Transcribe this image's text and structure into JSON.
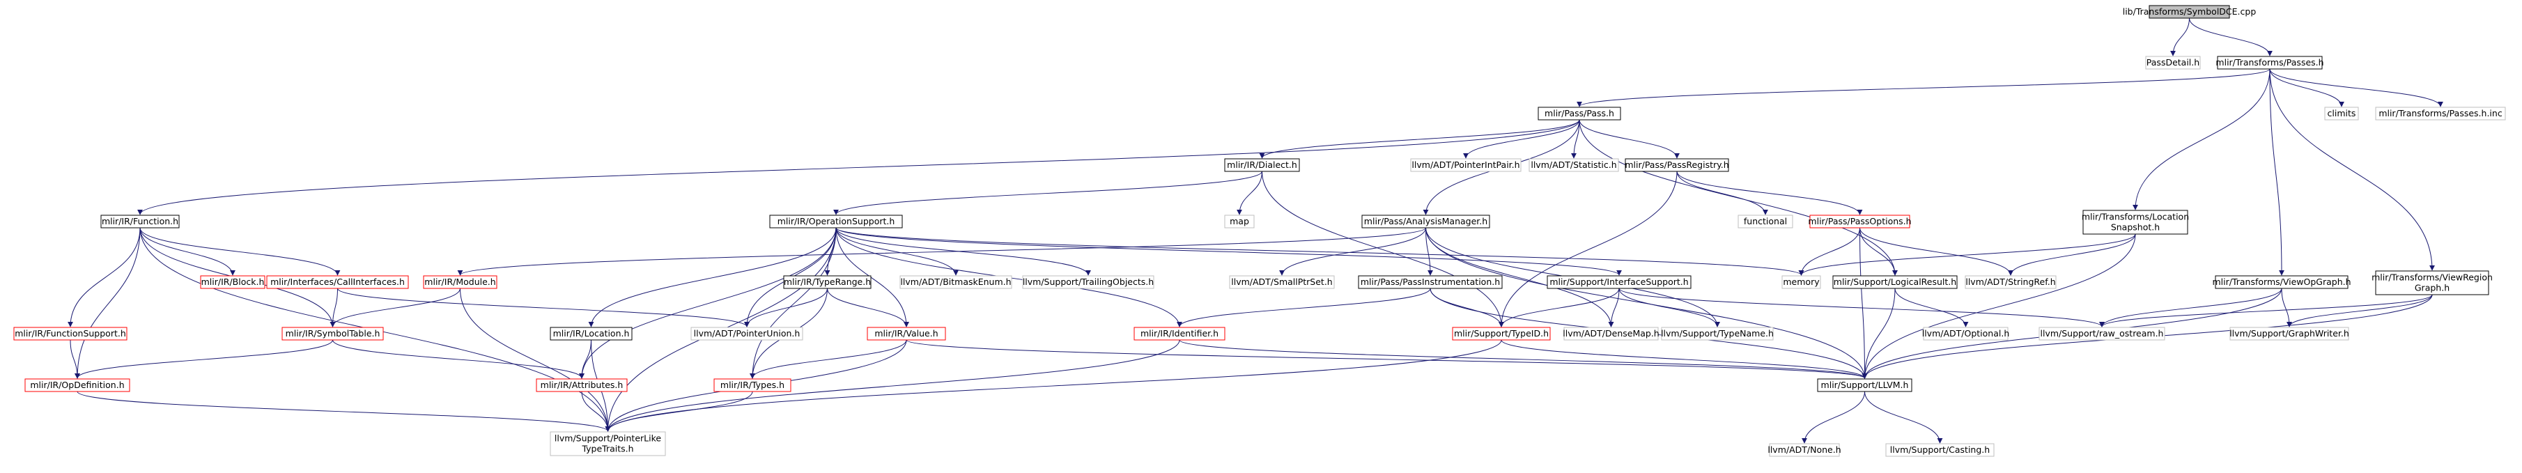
{
  "colors": {
    "edge": "#191970",
    "border_black": "#000000",
    "border_red": "#ff0000",
    "border_gray": "#bfbfbf",
    "root_fill": "#bfbfbf",
    "text": "#000000"
  },
  "nodes": {
    "root": {
      "lines": [
        "lib/Transforms/SymbolDCE.cpp"
      ],
      "kind": "root"
    },
    "passdetail": {
      "lines": [
        "PassDetail.h"
      ],
      "kind": "external"
    },
    "transforms_passes": {
      "lines": [
        "mlir/Transforms/Passes.h"
      ],
      "kind": "normal"
    },
    "pass_pass": {
      "lines": [
        "mlir/Pass/Pass.h"
      ],
      "kind": "normal"
    },
    "climits": {
      "lines": [
        "climits"
      ],
      "kind": "external"
    },
    "passes_inc": {
      "lines": [
        "mlir/Transforms/Passes.h.inc"
      ],
      "kind": "external"
    },
    "ir_dialect": {
      "lines": [
        "mlir/IR/Dialect.h"
      ],
      "kind": "normal"
    },
    "pointerintpair": {
      "lines": [
        "llvm/ADT/PointerIntPair.h"
      ],
      "kind": "external"
    },
    "statistic": {
      "lines": [
        "llvm/ADT/Statistic.h"
      ],
      "kind": "external"
    },
    "passregistry": {
      "lines": [
        "mlir/Pass/PassRegistry.h"
      ],
      "kind": "normal"
    },
    "ir_function": {
      "lines": [
        "mlir/IR/Function.h"
      ],
      "kind": "normal"
    },
    "operationsupport": {
      "lines": [
        "mlir/IR/OperationSupport.h"
      ],
      "kind": "normal"
    },
    "map": {
      "lines": [
        "map"
      ],
      "kind": "external"
    },
    "analysismanager": {
      "lines": [
        "mlir/Pass/AnalysisManager.h"
      ],
      "kind": "normal"
    },
    "functional": {
      "lines": [
        "functional"
      ],
      "kind": "external"
    },
    "passoptions": {
      "lines": [
        "mlir/Pass/PassOptions.h"
      ],
      "kind": "red"
    },
    "locationsnapshot": {
      "lines": [
        "mlir/Transforms/Location",
        "Snapshot.h"
      ],
      "kind": "normal"
    },
    "ir_block": {
      "lines": [
        "mlir/IR/Block.h"
      ],
      "kind": "red"
    },
    "callinterfaces": {
      "lines": [
        "mlir/Interfaces/CallInterfaces.h"
      ],
      "kind": "red"
    },
    "ir_module": {
      "lines": [
        "mlir/IR/Module.h"
      ],
      "kind": "red"
    },
    "typerange": {
      "lines": [
        "mlir/IR/TypeRange.h"
      ],
      "kind": "normal"
    },
    "bitmaskenum": {
      "lines": [
        "llvm/ADT/BitmaskEnum.h"
      ],
      "kind": "external"
    },
    "trailingobjects": {
      "lines": [
        "llvm/Support/TrailingObjects.h"
      ],
      "kind": "external"
    },
    "smallptrset": {
      "lines": [
        "llvm/ADT/SmallPtrSet.h"
      ],
      "kind": "external"
    },
    "passinstrumentation": {
      "lines": [
        "mlir/Pass/PassInstrumentation.h"
      ],
      "kind": "normal"
    },
    "interfacesupport": {
      "lines": [
        "mlir/Support/InterfaceSupport.h"
      ],
      "kind": "normal"
    },
    "memory": {
      "lines": [
        "memory"
      ],
      "kind": "external"
    },
    "logicalresult": {
      "lines": [
        "mlir/Support/LogicalResult.h"
      ],
      "kind": "normal"
    },
    "stringref": {
      "lines": [
        "llvm/ADT/StringRef.h"
      ],
      "kind": "external"
    },
    "viewopgraph": {
      "lines": [
        "mlir/Transforms/ViewOpGraph.h"
      ],
      "kind": "normal"
    },
    "viewregiongraph": {
      "lines": [
        "mlir/Transforms/ViewRegion",
        "Graph.h"
      ],
      "kind": "normal"
    },
    "functionsupport": {
      "lines": [
        "mlir/IR/FunctionSupport.h"
      ],
      "kind": "red"
    },
    "symboltable": {
      "lines": [
        "mlir/IR/SymbolTable.h"
      ],
      "kind": "red"
    },
    "pointerunion": {
      "lines": [
        "llvm/ADT/PointerUnion.h"
      ],
      "kind": "external"
    },
    "ir_location": {
      "lines": [
        "mlir/IR/Location.h"
      ],
      "kind": "normal"
    },
    "ir_value": {
      "lines": [
        "mlir/IR/Value.h"
      ],
      "kind": "red"
    },
    "ir_identifier": {
      "lines": [
        "mlir/IR/Identifier.h"
      ],
      "kind": "red"
    },
    "typeid": {
      "lines": [
        "mlir/Support/TypeID.h"
      ],
      "kind": "red"
    },
    "densemap": {
      "lines": [
        "llvm/ADT/DenseMap.h"
      ],
      "kind": "external"
    },
    "typename": {
      "lines": [
        "llvm/Support/TypeName.h"
      ],
      "kind": "external"
    },
    "optional": {
      "lines": [
        "llvm/ADT/Optional.h"
      ],
      "kind": "external"
    },
    "raw_ostream": {
      "lines": [
        "llvm/Support/raw_ostream.h"
      ],
      "kind": "external"
    },
    "graphwriter": {
      "lines": [
        "llvm/Support/GraphWriter.h"
      ],
      "kind": "external"
    },
    "opdefinition": {
      "lines": [
        "mlir/IR/OpDefinition.h"
      ],
      "kind": "red"
    },
    "ir_attributes": {
      "lines": [
        "mlir/IR/Attributes.h"
      ],
      "kind": "red"
    },
    "ir_types": {
      "lines": [
        "mlir/IR/Types.h"
      ],
      "kind": "red"
    },
    "llvm_h": {
      "lines": [
        "mlir/Support/LLVM.h"
      ],
      "kind": "normal"
    },
    "pointerliketypetraits": {
      "lines": [
        "llvm/Support/PointerLike",
        "TypeTraits.h"
      ],
      "kind": "external"
    },
    "none": {
      "lines": [
        "llvm/ADT/None.h"
      ],
      "kind": "external"
    },
    "casting": {
      "lines": [
        "llvm/Support/Casting.h"
      ],
      "kind": "external"
    }
  },
  "edges": [
    [
      "root",
      "passdetail"
    ],
    [
      "root",
      "transforms_passes"
    ],
    [
      "transforms_passes",
      "pass_pass"
    ],
    [
      "transforms_passes",
      "climits"
    ],
    [
      "transforms_passes",
      "passes_inc"
    ],
    [
      "transforms_passes",
      "locationsnapshot"
    ],
    [
      "transforms_passes",
      "viewopgraph"
    ],
    [
      "transforms_passes",
      "viewregiongraph"
    ],
    [
      "pass_pass",
      "ir_dialect"
    ],
    [
      "pass_pass",
      "pointerintpair"
    ],
    [
      "pass_pass",
      "statistic"
    ],
    [
      "pass_pass",
      "passregistry"
    ],
    [
      "pass_pass",
      "ir_function"
    ],
    [
      "pass_pass",
      "analysismanager"
    ],
    [
      "pass_pass",
      "logicalresult"
    ],
    [
      "ir_dialect",
      "operationsupport"
    ],
    [
      "ir_dialect",
      "map"
    ],
    [
      "ir_dialect",
      "typeid"
    ],
    [
      "passregistry",
      "functional"
    ],
    [
      "passregistry",
      "passoptions"
    ],
    [
      "passregistry",
      "typeid"
    ],
    [
      "passoptions",
      "memory"
    ],
    [
      "passoptions",
      "logicalresult"
    ],
    [
      "passoptions",
      "stringref"
    ],
    [
      "passoptions",
      "llvm_h"
    ],
    [
      "locationsnapshot",
      "memory"
    ],
    [
      "locationsnapshot",
      "stringref"
    ],
    [
      "locationsnapshot",
      "llvm_h"
    ],
    [
      "analysismanager",
      "ir_module"
    ],
    [
      "analysismanager",
      "smallptrset"
    ],
    [
      "analysismanager",
      "passinstrumentation"
    ],
    [
      "analysismanager",
      "densemap"
    ],
    [
      "analysismanager",
      "typename"
    ],
    [
      "analysismanager",
      "llvm_h"
    ],
    [
      "ir_function",
      "ir_block"
    ],
    [
      "ir_function",
      "callinterfaces"
    ],
    [
      "ir_function",
      "functionsupport"
    ],
    [
      "ir_function",
      "symboltable"
    ],
    [
      "ir_function",
      "opdefinition"
    ],
    [
      "ir_function",
      "pointerliketypetraits"
    ],
    [
      "operationsupport",
      "typerange"
    ],
    [
      "operationsupport",
      "bitmaskenum"
    ],
    [
      "operationsupport",
      "trailingobjects"
    ],
    [
      "operationsupport",
      "interfacesupport"
    ],
    [
      "operationsupport",
      "memory"
    ],
    [
      "operationsupport",
      "ir_location"
    ],
    [
      "operationsupport",
      "ir_value"
    ],
    [
      "operationsupport",
      "ir_identifier"
    ],
    [
      "operationsupport",
      "ir_attributes"
    ],
    [
      "operationsupport",
      "ir_types"
    ],
    [
      "operationsupport",
      "pointerunion"
    ],
    [
      "operationsupport",
      "pointerliketypetraits"
    ],
    [
      "callinterfaces",
      "symboltable"
    ],
    [
      "callinterfaces",
      "pointerunion"
    ],
    [
      "ir_module",
      "symboltable"
    ],
    [
      "ir_module",
      "pointerliketypetraits"
    ],
    [
      "typerange",
      "ir_value"
    ],
    [
      "typerange",
      "pointerunion"
    ],
    [
      "typerange",
      "ir_types"
    ],
    [
      "passinstrumentation",
      "typeid"
    ],
    [
      "passinstrumentation",
      "ir_identifier"
    ],
    [
      "passinstrumentation",
      "llvm_h"
    ],
    [
      "interfacesupport",
      "typeid"
    ],
    [
      "interfacesupport",
      "densemap"
    ],
    [
      "interfacesupport",
      "typename"
    ],
    [
      "interfacesupport",
      "raw_ostream"
    ],
    [
      "logicalresult",
      "optional"
    ],
    [
      "logicalresult",
      "llvm_h"
    ],
    [
      "viewopgraph",
      "raw_ostream"
    ],
    [
      "viewopgraph",
      "graphwriter"
    ],
    [
      "viewopgraph",
      "llvm_h"
    ],
    [
      "viewregiongraph",
      "raw_ostream"
    ],
    [
      "viewregiongraph",
      "graphwriter"
    ],
    [
      "viewregiongraph",
      "llvm_h"
    ],
    [
      "functionsupport",
      "opdefinition"
    ],
    [
      "symboltable",
      "opdefinition"
    ],
    [
      "symboltable",
      "ir_attributes"
    ],
    [
      "ir_location",
      "ir_attributes"
    ],
    [
      "ir_location",
      "pointerliketypetraits"
    ],
    [
      "ir_value",
      "ir_types"
    ],
    [
      "ir_value",
      "llvm_h"
    ],
    [
      "ir_value",
      "pointerliketypetraits"
    ],
    [
      "ir_identifier",
      "llvm_h"
    ],
    [
      "ir_identifier",
      "pointerliketypetraits"
    ],
    [
      "typeid",
      "llvm_h"
    ],
    [
      "typeid",
      "pointerliketypetraits"
    ],
    [
      "opdefinition",
      "pointerliketypetraits"
    ],
    [
      "ir_attributes",
      "pointerliketypetraits"
    ],
    [
      "ir_types",
      "pointerliketypetraits"
    ],
    [
      "llvm_h",
      "none"
    ],
    [
      "llvm_h",
      "casting"
    ]
  ]
}
